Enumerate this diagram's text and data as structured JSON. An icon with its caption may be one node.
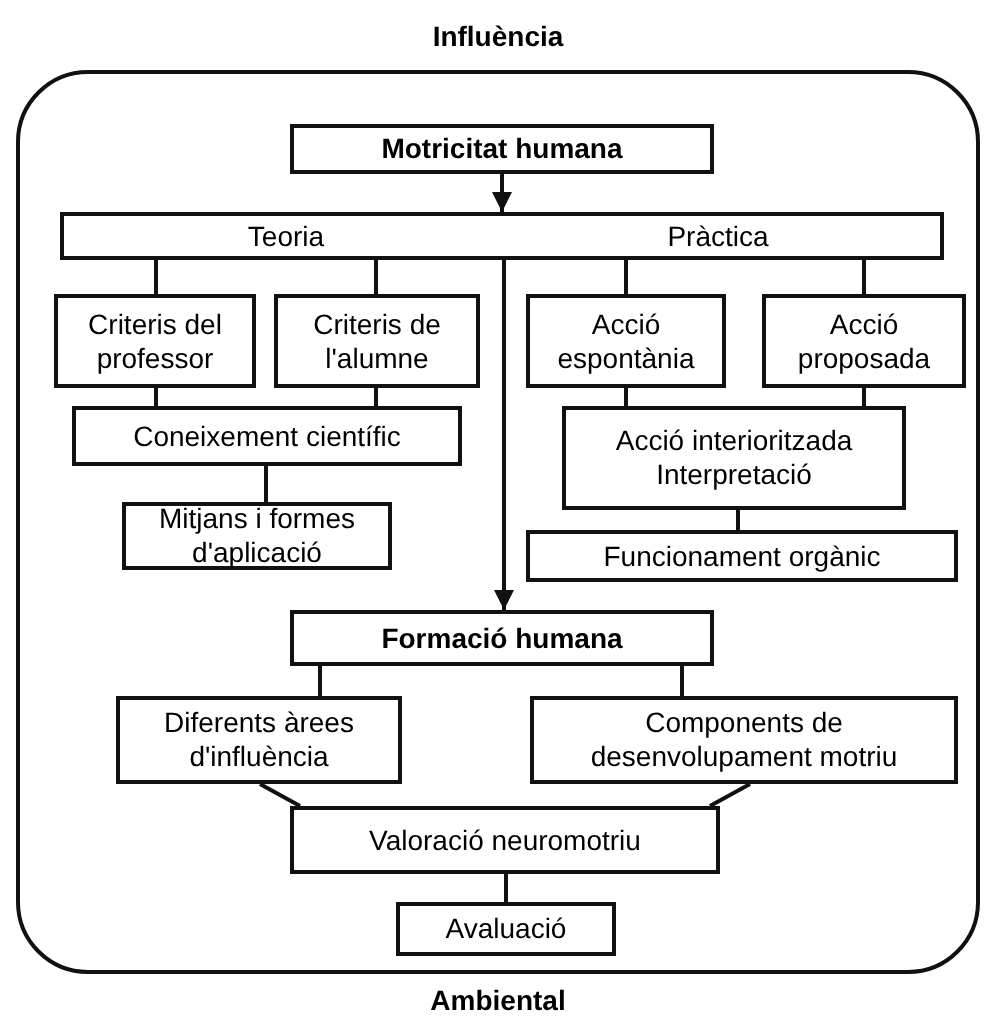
{
  "diagram": {
    "nodes": [
      {
        "text": [
          "Influència",
          "Ambiental"
        ]
      },
      {
        "text": [
          "Motricitat humana"
        ],
        "in": 0
      },
      {
        "text": [
          "Teoria",
          "Pràctica"
        ],
        "in": 0
      },
      {
        "text": [
          "Criteris del professor"
        ],
        "in": 0
      },
      {
        "text": [
          "Criteris de l'alumne"
        ],
        "in": 0
      },
      {
        "text": [
          "Acció espontània"
        ],
        "in": 0
      },
      {
        "text": [
          "Acció proposada"
        ],
        "in": 0
      },
      {
        "text": [
          "Coneixement científic"
        ],
        "in": 0
      },
      {
        "text": [
          "Mitjans i formes d'aplicació"
        ],
        "in": 0
      },
      {
        "text": [
          "Acció interioritzada Interpretació"
        ],
        "in": 0
      },
      {
        "text": [
          "Funcionament orgànic"
        ],
        "in": 0
      },
      {
        "text": [
          "Formació humana"
        ],
        "in": 0
      },
      {
        "text": [
          "Diferents àrees d'influència"
        ],
        "in": 0
      },
      {
        "text": [
          "Components de desenvolupament motriu"
        ],
        "in": 0
      },
      {
        "text": [
          "Valoració neuromotriu"
        ],
        "in": 0
      },
      {
        "text": [
          "Avaluació"
        ],
        "in": 0
      }
    ],
    "edges": [
      {
        "from": 1,
        "to": 2,
        "arrow": "to"
      },
      {
        "from": 2,
        "to": 3,
        "arrow": "none"
      },
      {
        "from": 2,
        "to": 4,
        "arrow": "none"
      },
      {
        "from": 2,
        "to": 11,
        "arrow": "to"
      },
      {
        "from": 2,
        "to": 5,
        "arrow": "none"
      },
      {
        "from": 2,
        "to": 6,
        "arrow": "none"
      },
      {
        "from": 3,
        "to": 7,
        "arrow": "none"
      },
      {
        "from": 4,
        "to": 7,
        "arrow": "none"
      },
      {
        "from": 7,
        "to": 8,
        "arrow": "none"
      },
      {
        "from": 5,
        "to": 9,
        "arrow": "none"
      },
      {
        "from": 6,
        "to": 9,
        "arrow": "none"
      },
      {
        "from": 9,
        "to": 10,
        "arrow": "none"
      },
      {
        "from": 11,
        "to": 12,
        "arrow": "none"
      },
      {
        "from": 11,
        "to": 13,
        "arrow": "none"
      },
      {
        "from": 12,
        "to": 14,
        "arrow": "none"
      },
      {
        "from": 13,
        "to": 14,
        "arrow": "none"
      },
      {
        "from": 14,
        "to": 15,
        "arrow": "none"
      }
    ]
  }
}
